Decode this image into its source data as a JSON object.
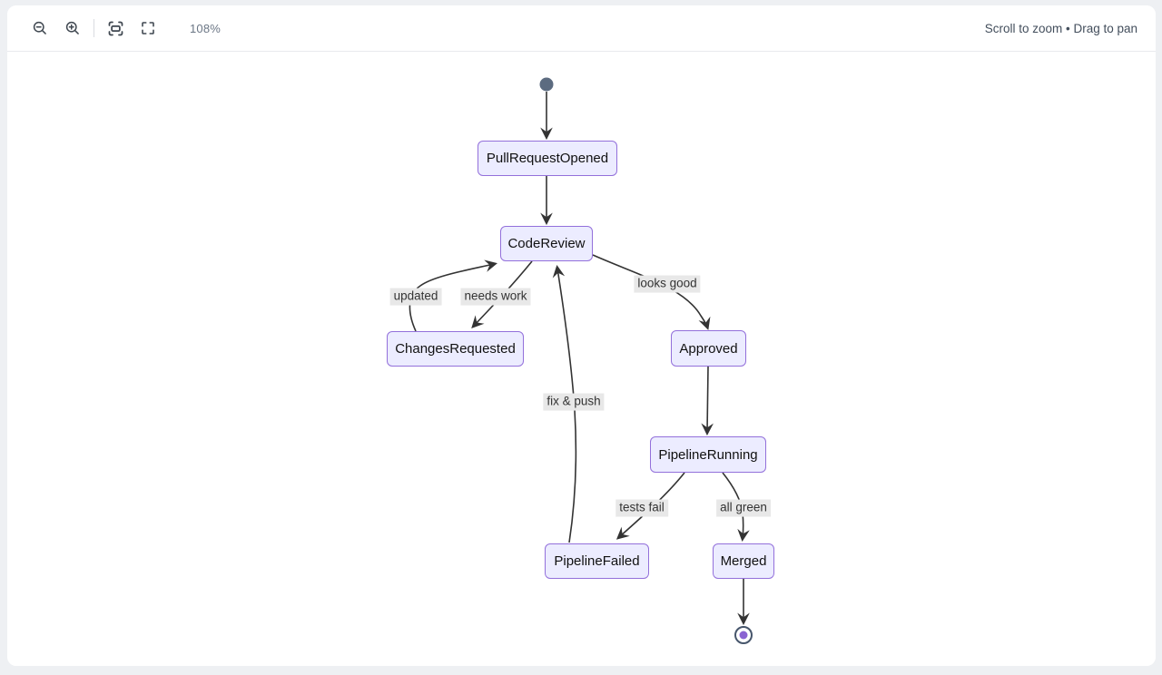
{
  "toolbar": {
    "zoom_level": "108%",
    "hint": "Scroll to zoom • Drag to pan",
    "icons": [
      {
        "name": "zoom-out-icon",
        "glyph": "magnifier-minus"
      },
      {
        "name": "zoom-in-icon",
        "glyph": "magnifier-plus"
      },
      {
        "name": "fit-view-icon",
        "glyph": "frame-with-rect"
      },
      {
        "name": "fullscreen-icon",
        "glyph": "corner-brackets"
      }
    ]
  },
  "diagram": {
    "type": "state-machine",
    "nodes": [
      {
        "id": "PullRequestOpened",
        "label": "PullRequestOpened"
      },
      {
        "id": "CodeReview",
        "label": "CodeReview"
      },
      {
        "id": "ChangesRequested",
        "label": "ChangesRequested"
      },
      {
        "id": "Approved",
        "label": "Approved"
      },
      {
        "id": "PipelineRunning",
        "label": "PipelineRunning"
      },
      {
        "id": "PipelineFailed",
        "label": "PipelineFailed"
      },
      {
        "id": "Merged",
        "label": "Merged"
      }
    ],
    "edges": [
      {
        "from": "start",
        "to": "PullRequestOpened",
        "label": ""
      },
      {
        "from": "PullRequestOpened",
        "to": "CodeReview",
        "label": ""
      },
      {
        "from": "CodeReview",
        "to": "ChangesRequested",
        "label": "needs work"
      },
      {
        "from": "ChangesRequested",
        "to": "CodeReview",
        "label": "updated"
      },
      {
        "from": "CodeReview",
        "to": "Approved",
        "label": "looks good"
      },
      {
        "from": "Approved",
        "to": "PipelineRunning",
        "label": ""
      },
      {
        "from": "PipelineRunning",
        "to": "PipelineFailed",
        "label": "tests fail"
      },
      {
        "from": "PipelineRunning",
        "to": "Merged",
        "label": "all green"
      },
      {
        "from": "PipelineFailed",
        "to": "CodeReview",
        "label": "fix & push"
      },
      {
        "from": "Merged",
        "to": "end",
        "label": ""
      }
    ],
    "colors": {
      "node_fill": "#ececff",
      "node_stroke": "#9370db",
      "edge": "#333333",
      "edge_label_bg": "#e8e8e8",
      "start_state": "#5c6b80",
      "end_state_ring": "#47566c",
      "end_state_dot": "#8a63d2"
    }
  }
}
